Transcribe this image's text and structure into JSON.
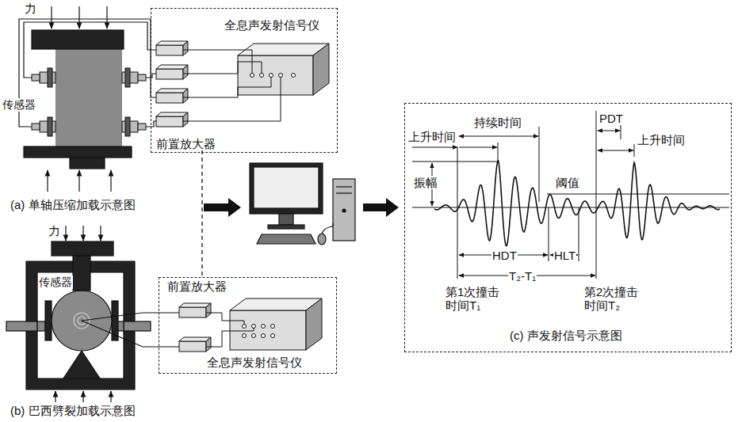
{
  "diagram": {
    "nodes": [
      {
        "text": [
          "全息声发射信号仪",
          "前置放大器"
        ]
      },
      {
        "text": [
          "前置放大器",
          "全息声发射信号仪"
        ]
      },
      {
        "text": [
          "(c) 声发射信号示意图"
        ]
      }
    ],
    "labels": [
      "力",
      "传感器",
      "(a) 单轴压缩加载示意图",
      "力",
      "传感器",
      "(b) 巴西劈裂加载示意图",
      "上升时间",
      "持续时间",
      "PDT",
      "上升时间",
      "振幅",
      "阈值",
      "HDT",
      "HLT",
      "T₂-T₁",
      "第1次撞击 时间T₁",
      "第2次撞击 时间T₂"
    ]
  }
}
